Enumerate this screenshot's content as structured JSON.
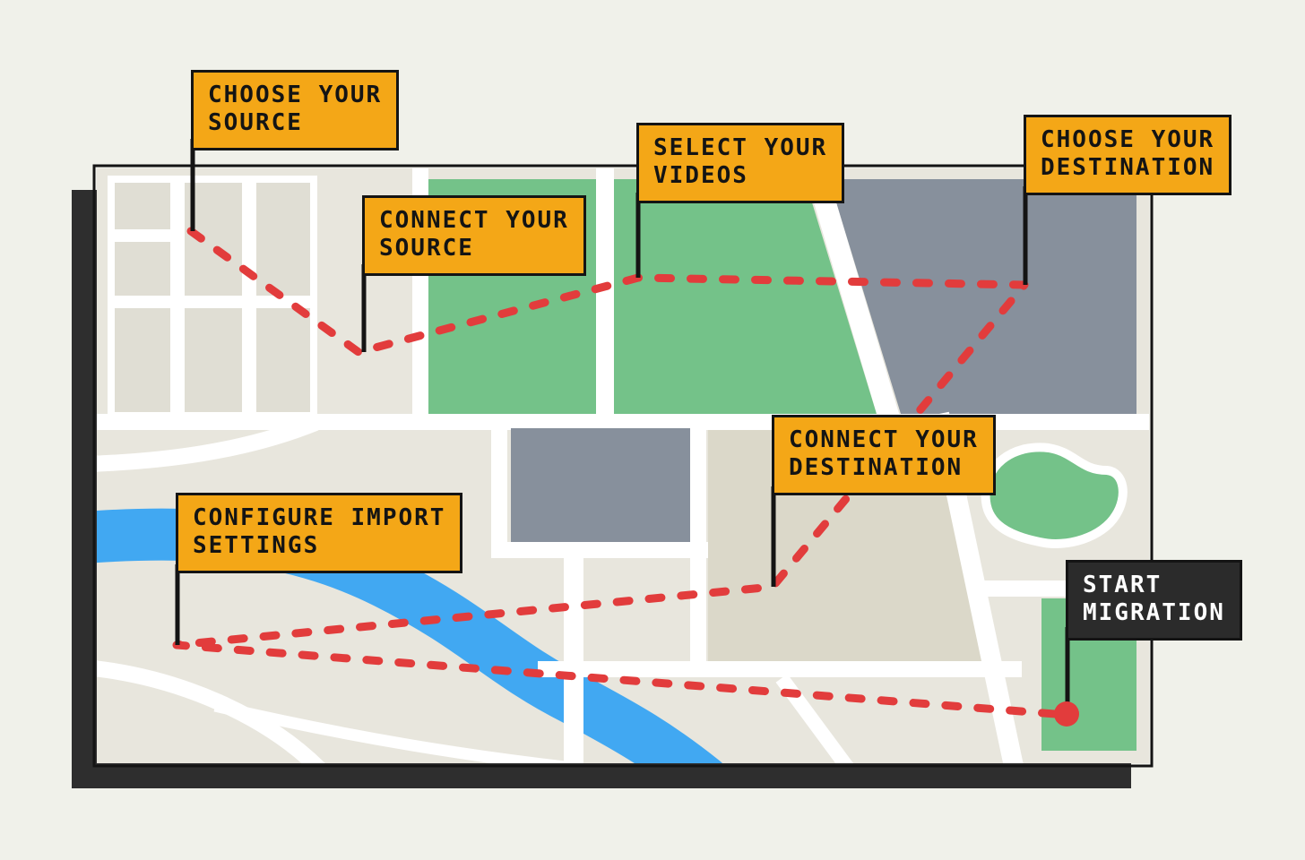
{
  "labels": [
    {
      "id": "choose-your-source",
      "line1": "CHOOSE YOUR",
      "line2": "SOURCE",
      "style": "orange"
    },
    {
      "id": "connect-your-source",
      "line1": "CONNECT YOUR",
      "line2": "SOURCE",
      "style": "orange"
    },
    {
      "id": "select-your-videos",
      "line1": "SELECT YOUR",
      "line2": "VIDEOS",
      "style": "orange"
    },
    {
      "id": "choose-your-destination",
      "line1": "CHOOSE YOUR",
      "line2": "DESTINATION",
      "style": "orange"
    },
    {
      "id": "connect-your-destination",
      "line1": "CONNECT YOUR",
      "line2": "DESTINATION",
      "style": "orange"
    },
    {
      "id": "configure-import-settings",
      "line1": "CONFIGURE IMPORT",
      "line2": "SETTINGS",
      "style": "orange"
    },
    {
      "id": "start-migration",
      "line1": "START",
      "line2": "MIGRATION",
      "style": "dark"
    }
  ],
  "colors": {
    "bg": "#f0f1ea",
    "map_base": "#e8e6dd",
    "block_gray": "#e0ded4",
    "mid_block": "#dbd8c9",
    "park_green": "#74c289",
    "river_blue": "#41a8f2",
    "slate": "#87909c",
    "street_white": "#ffffff",
    "route_red": "#e23c3c",
    "label_orange": "#f4a717",
    "label_dark": "#2b2b2b",
    "ink": "#141414",
    "shadow": "#2e2e2e"
  }
}
